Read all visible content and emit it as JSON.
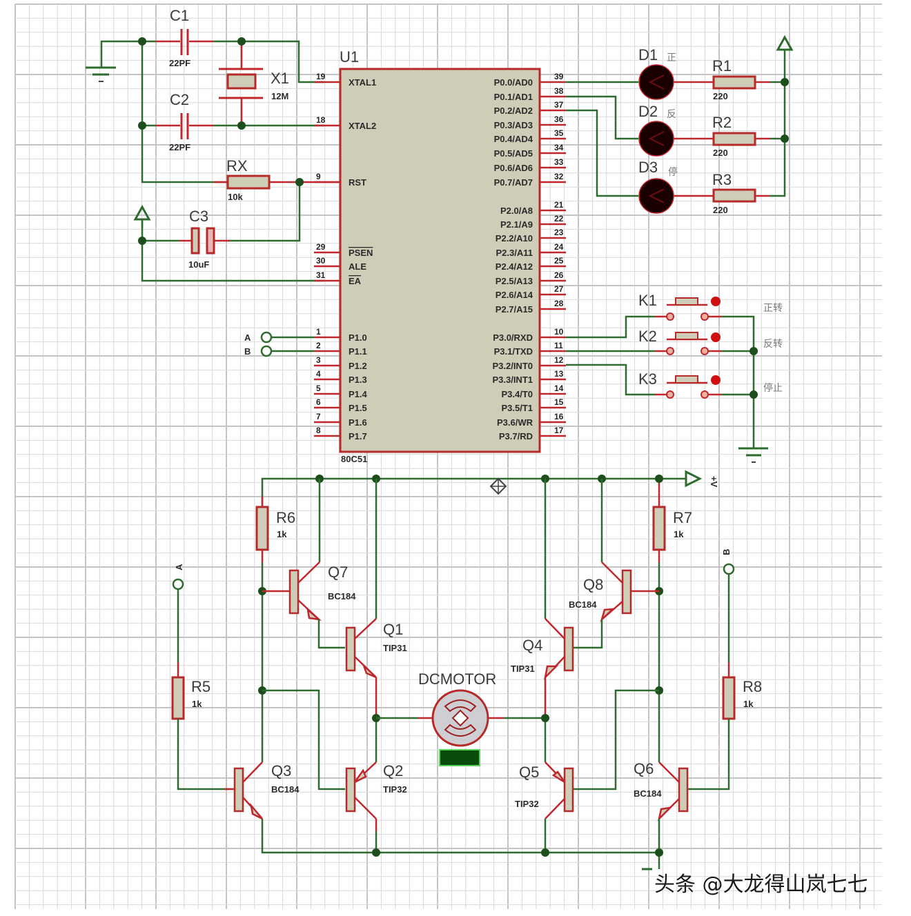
{
  "title": "8051 DC motor H-bridge control schematic",
  "mcu": {
    "ref": "U1",
    "part": "80C51",
    "left_pins": [
      {
        "num": "19",
        "name": "XTAL1"
      },
      {
        "num": "18",
        "name": "XTAL2"
      },
      {
        "num": "9",
        "name": "RST"
      },
      {
        "num": "29",
        "name": "PSEN"
      },
      {
        "num": "30",
        "name": "ALE"
      },
      {
        "num": "31",
        "name": "EA"
      },
      {
        "num": "1",
        "name": "P1.0"
      },
      {
        "num": "2",
        "name": "P1.1"
      },
      {
        "num": "3",
        "name": "P1.2"
      },
      {
        "num": "4",
        "name": "P1.3"
      },
      {
        "num": "5",
        "name": "P1.4"
      },
      {
        "num": "6",
        "name": "P1.5"
      },
      {
        "num": "7",
        "name": "P1.6"
      },
      {
        "num": "8",
        "name": "P1.7"
      }
    ],
    "right_pins": [
      {
        "num": "39",
        "name": "P0.0/AD0"
      },
      {
        "num": "38",
        "name": "P0.1/AD1"
      },
      {
        "num": "37",
        "name": "P0.2/AD2"
      },
      {
        "num": "36",
        "name": "P0.3/AD3"
      },
      {
        "num": "35",
        "name": "P0.4/AD4"
      },
      {
        "num": "34",
        "name": "P0.5/AD5"
      },
      {
        "num": "33",
        "name": "P0.6/AD6"
      },
      {
        "num": "32",
        "name": "P0.7/AD7"
      },
      {
        "num": "21",
        "name": "P2.0/A8"
      },
      {
        "num": "22",
        "name": "P2.1/A9"
      },
      {
        "num": "23",
        "name": "P2.2/A10"
      },
      {
        "num": "24",
        "name": "P2.3/A11"
      },
      {
        "num": "25",
        "name": "P2.4/A12"
      },
      {
        "num": "26",
        "name": "P2.5/A13"
      },
      {
        "num": "27",
        "name": "P2.6/A14"
      },
      {
        "num": "28",
        "name": "P2.7/A15"
      },
      {
        "num": "10",
        "name": "P3.0/RXD"
      },
      {
        "num": "11",
        "name": "P3.1/TXD"
      },
      {
        "num": "12",
        "name": "P3.2/INT0"
      },
      {
        "num": "13",
        "name": "P3.3/INT1"
      },
      {
        "num": "14",
        "name": "P3.4/T0"
      },
      {
        "num": "15",
        "name": "P3.5/T1"
      },
      {
        "num": "16",
        "name": "P3.6/WR"
      },
      {
        "num": "17",
        "name": "P3.7/RD"
      }
    ]
  },
  "components": {
    "c1": {
      "ref": "C1",
      "value": "22PF"
    },
    "c2": {
      "ref": "C2",
      "value": "22PF"
    },
    "c3": {
      "ref": "C3",
      "value": "10uF"
    },
    "x1": {
      "ref": "X1",
      "value": "12M"
    },
    "rx": {
      "ref": "RX",
      "value": "10k"
    },
    "d1": {
      "ref": "D1",
      "note": "正"
    },
    "d2": {
      "ref": "D2",
      "note": "反"
    },
    "d3": {
      "ref": "D3",
      "note": "停"
    },
    "r1": {
      "ref": "R1",
      "value": "220"
    },
    "r2": {
      "ref": "R2",
      "value": "220"
    },
    "r3": {
      "ref": "R3",
      "value": "220"
    },
    "k1": {
      "ref": "K1",
      "note": "正转"
    },
    "k2": {
      "ref": "K2",
      "note": "反转"
    },
    "k3": {
      "ref": "K3",
      "note": "停止"
    },
    "r5": {
      "ref": "R5",
      "value": "1k"
    },
    "r6": {
      "ref": "R6",
      "value": "1k"
    },
    "r7": {
      "ref": "R7",
      "value": "1k"
    },
    "r8": {
      "ref": "R8",
      "value": "1k"
    },
    "q1": {
      "ref": "Q1",
      "value": "TIP31"
    },
    "q2": {
      "ref": "Q2",
      "value": "TIP32"
    },
    "q3": {
      "ref": "Q3",
      "value": "BC184"
    },
    "q4": {
      "ref": "Q4",
      "value": "TIP31"
    },
    "q5": {
      "ref": "Q5",
      "value": "TIP32"
    },
    "q6": {
      "ref": "Q6",
      "value": "BC184"
    },
    "q7": {
      "ref": "Q7",
      "value": "BC184"
    },
    "q8": {
      "ref": "Q8",
      "value": "BC184"
    },
    "motor": {
      "ref": "DCMOTOR"
    }
  },
  "terminals": {
    "a_left": "A",
    "b_left": "B",
    "a_bridge": "A",
    "b_bridge": "B",
    "vcc_bridge": "+V"
  },
  "watermark": "头条 @大龙得山岚七七",
  "colors": {
    "wire": "#2e6b2e",
    "pin": "#c0272d",
    "body": "#cfcdb8",
    "led": "#1a0000",
    "motor_indicator": "#0a4d0a"
  }
}
